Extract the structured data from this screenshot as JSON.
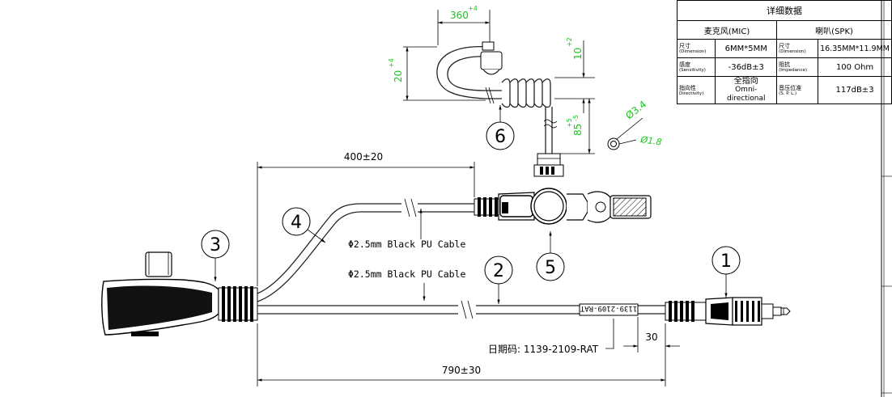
{
  "spec_table": {
    "title": "详细数据",
    "mic_header": "麦克风(MIC)",
    "spk_header": "喇叭(SPK)",
    "rows": [
      {
        "mic_label": "尺寸",
        "mic_label_en": "(Dimension)",
        "mic_value": "6MM*5MM",
        "spk_label": "尺寸",
        "spk_label_en": "(Dimension)",
        "spk_value": "16.35MM*11.9MM"
      },
      {
        "mic_label": "感度",
        "mic_label_en": "(Sensitivity)",
        "mic_value": "-36dB±3",
        "spk_label": "阻抗",
        "spk_label_en": "(Impedance)",
        "spk_value": "100 Ohm"
      },
      {
        "mic_label": "指向性",
        "mic_label_en": "Directivity)",
        "mic_value": "全指向",
        "mic_value_en": "Omni-directional",
        "spk_label": "音压位准",
        "spk_label_en": "(S. P. L.)",
        "spk_value": "117dB±3"
      }
    ]
  },
  "callouts": [
    "1",
    "2",
    "3",
    "4",
    "5",
    "6"
  ],
  "dimensions": {
    "top_width": "360",
    "top_width_tol": "+4",
    "left_height": "20",
    "left_height_tol": "+4",
    "coil_height": "10",
    "coil_height_tol": "+2",
    "stem_length": "85",
    "stem_length_tol_plus": "+5",
    "stem_length_tol_minus": "-5",
    "dia_outer": "Ø3.4",
    "dia_inner": "Ø1.8",
    "upper_cable_length": "400±20",
    "total_length": "790±30",
    "label_gap": "30"
  },
  "cable_labels": {
    "upper": "Φ2.5mm Black PU Cable",
    "lower": "Φ2.5mm Black PU Cable"
  },
  "date_code_label": "日期码: 1139-2109-RAT",
  "cable_tag": "1139-2109-RAT"
}
